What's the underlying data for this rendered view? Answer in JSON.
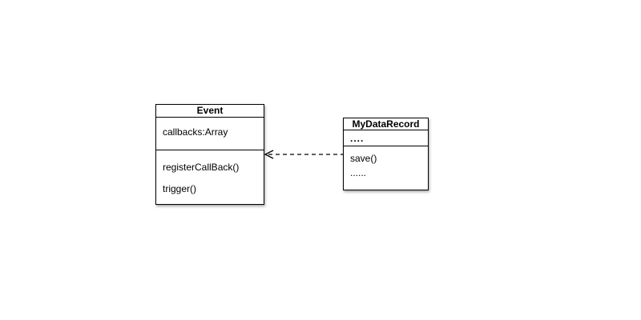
{
  "diagram": {
    "kind": "uml-class-diagram",
    "background_color": "#ffffff",
    "box_fill_color": "#ffffff",
    "line_color": "#000000",
    "text_color": "#000000",
    "classes": [
      {
        "name": "Event",
        "attributes": [
          "callbacks:Array"
        ],
        "methods": [
          "registerCallBack()",
          "trigger()"
        ]
      },
      {
        "name": "MyDataRecord",
        "attributes": [
          "...."
        ],
        "methods": [
          "save()",
          "......"
        ]
      }
    ],
    "relation": {
      "type": "dependency",
      "from": "MyDataRecord",
      "to": "Event",
      "line_style": "dashed",
      "arrowhead": "open",
      "direction": "right-to-left"
    }
  }
}
